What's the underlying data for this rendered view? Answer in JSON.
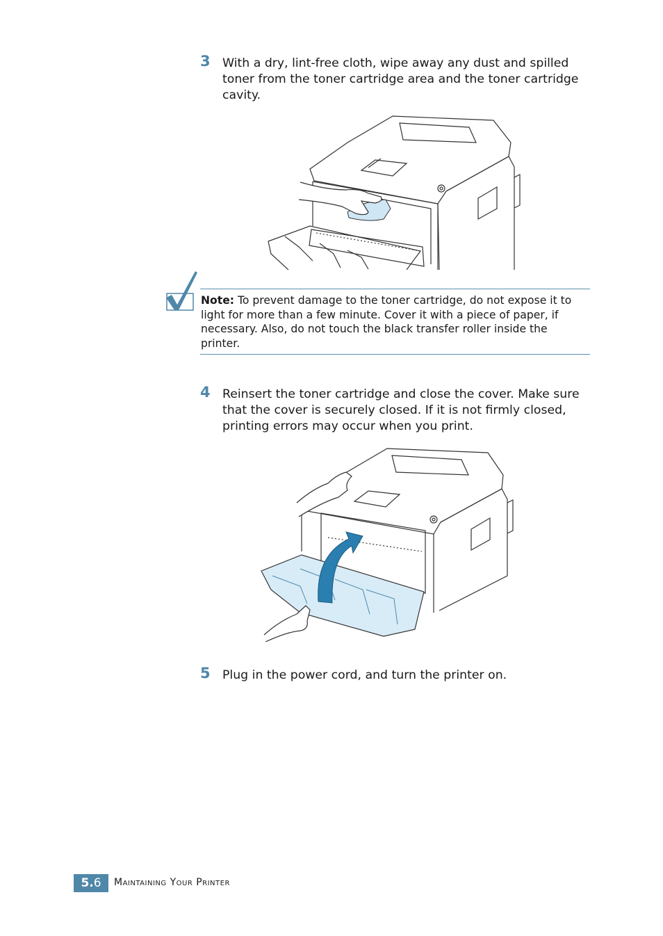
{
  "steps": [
    {
      "number": "3",
      "text": "With a dry, lint-free cloth, wipe away any dust and spilled toner from the toner cartridge area and the toner cartridge cavity."
    },
    {
      "number": "4",
      "text": "Reinsert the toner cartridge and close the cover.  Make sure that the cover is securely closed. If it is not firmly closed, printing errors may occur when you print."
    },
    {
      "number": "5",
      "text": "Plug in the power cord, and turn the printer on."
    }
  ],
  "note": {
    "label": "Note:",
    "text": "To prevent damage to the toner cartridge, do not expose it to light for more than a few minute. Cover it with a piece of paper, if necessary. Also, do not touch the black transfer roller inside the printer."
  },
  "footer": {
    "chapter_number": "5.",
    "page_number": "6",
    "chapter_title": "Maintaining Your Printer"
  },
  "colors": {
    "accent": "#4f87a8",
    "cloth": "#cfe6f5",
    "door_highlight": "#d8ecf7",
    "arrow": "#2a7fb0"
  },
  "icons": [
    "note-checkmark-icon"
  ]
}
